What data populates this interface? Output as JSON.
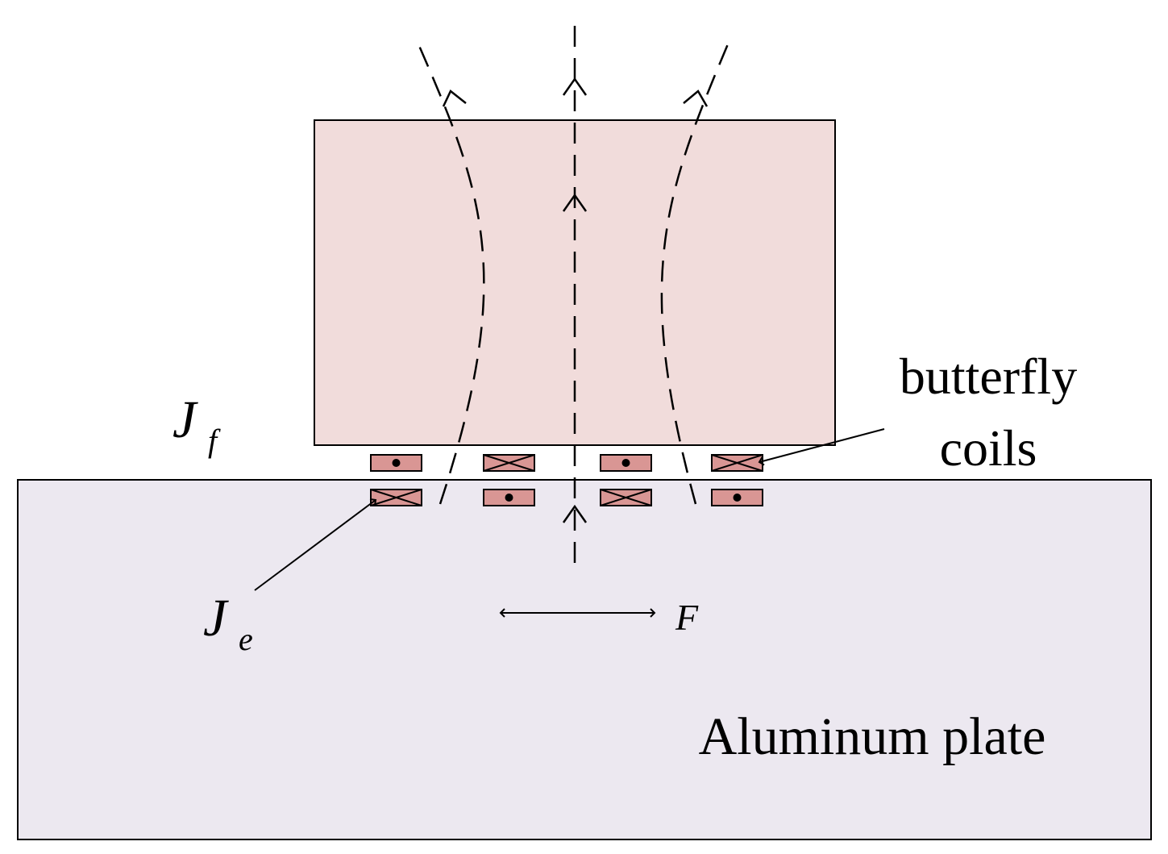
{
  "labels": {
    "butterfly_line1": "butterfly",
    "butterfly_line2": "coils",
    "aluminum": "Aluminum plate",
    "jf_main": "J",
    "jf_sub": "f",
    "je_main": "J",
    "je_sub": "e",
    "force": "F"
  },
  "colors": {
    "magnet_fill": "#f1dcdb",
    "plate_fill": "#ece8f0",
    "coil_fill": "#d99694",
    "stroke": "#000000"
  },
  "coils": {
    "upper_row": [
      "dot",
      "cross",
      "dot",
      "cross"
    ],
    "lower_row": [
      "cross",
      "dot",
      "cross",
      "dot"
    ]
  }
}
